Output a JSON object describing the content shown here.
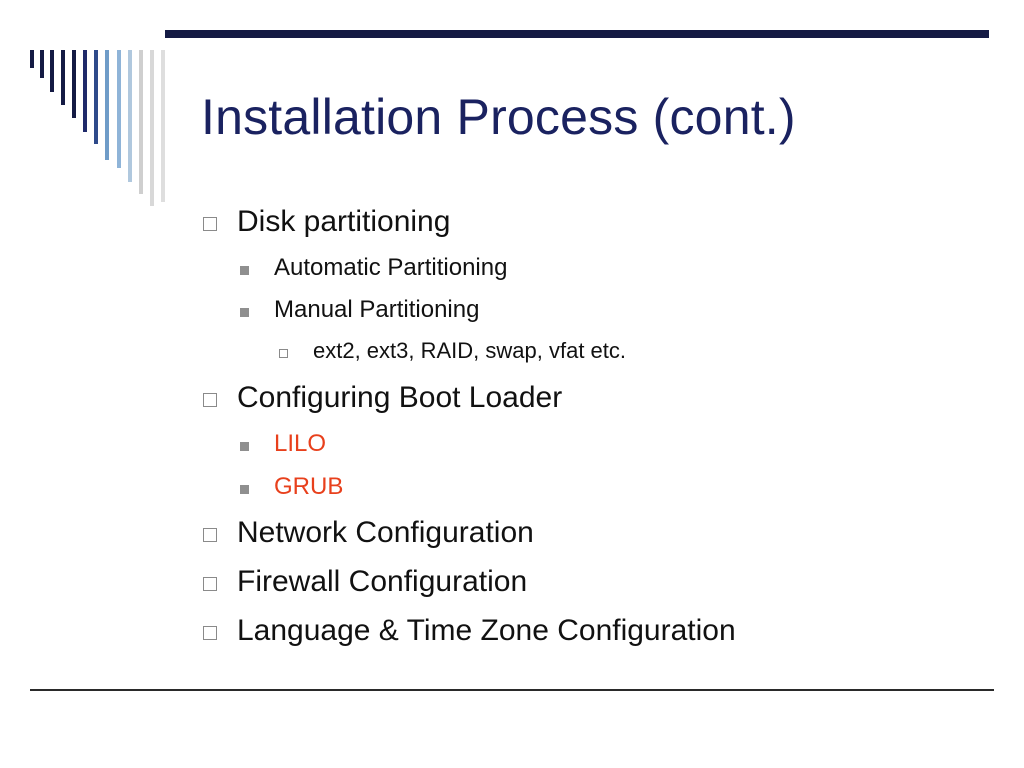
{
  "slide": {
    "title": "Installation Process (cont.)",
    "bullets": [
      {
        "level": 1,
        "text": "Disk partitioning",
        "color": "#111111"
      },
      {
        "level": 2,
        "text": "Automatic Partitioning",
        "color": "#111111"
      },
      {
        "level": 2,
        "text": "Manual Partitioning",
        "color": "#111111"
      },
      {
        "level": 3,
        "text": "ext2, ext3, RAID, swap, vfat etc.",
        "color": "#111111"
      },
      {
        "level": 1,
        "text": "Configuring Boot Loader",
        "color": "#111111"
      },
      {
        "level": 2,
        "text": "LILO",
        "color": "#e8401c"
      },
      {
        "level": 2,
        "text": "GRUB",
        "color": "#e8401c"
      },
      {
        "level": 1,
        "text": "Network Configuration",
        "color": "#111111"
      },
      {
        "level": 1,
        "text": "Firewall Configuration",
        "color": "#111111"
      },
      {
        "level": 1,
        "text": "Language & Time Zone Configuration",
        "color": "#111111"
      }
    ]
  },
  "theme": {
    "title_color": "#1a2260",
    "accent_dark": "#141a44",
    "highlight_color": "#e8401c"
  }
}
